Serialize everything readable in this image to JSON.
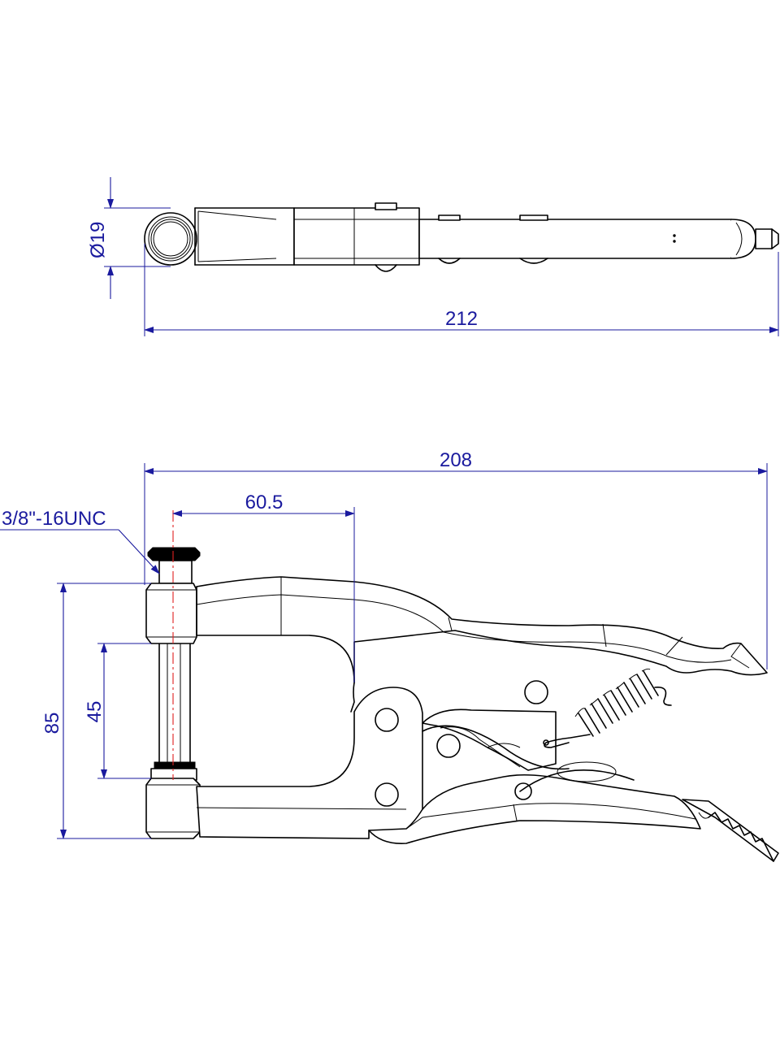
{
  "top_view": {
    "diameter_label": "Ø19",
    "overall_length_label": "212"
  },
  "side_view": {
    "overall_length_label": "208",
    "thread_label": "3/8\"-16UNC",
    "throat_depth_label": "60.5",
    "height_label": "85",
    "opening_label": "45"
  },
  "colors": {
    "dimension": "#1a1a9e",
    "centerline": "#e02020",
    "outline": "#000000"
  }
}
